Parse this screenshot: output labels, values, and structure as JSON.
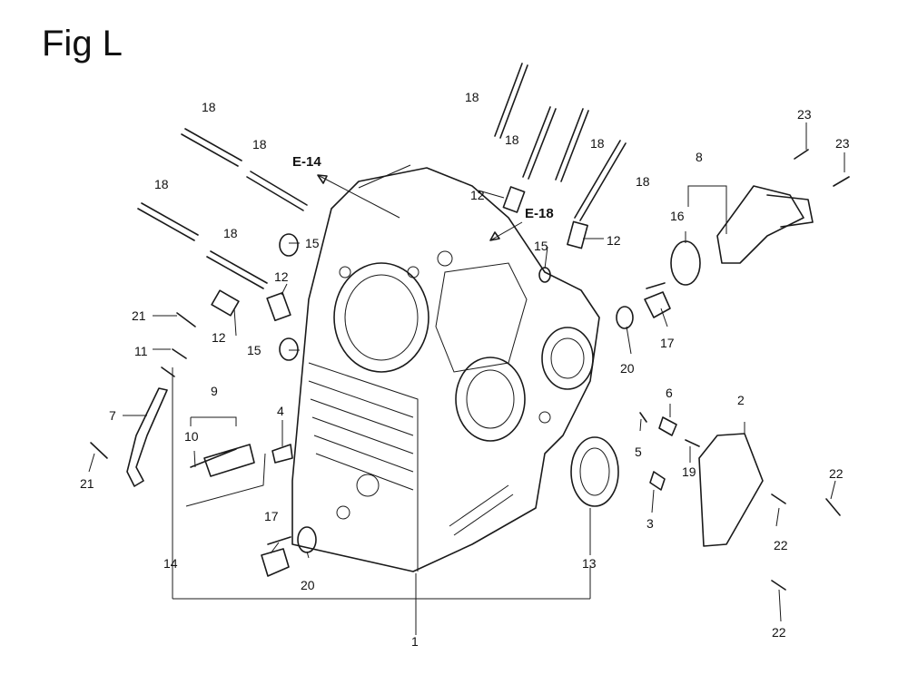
{
  "figure": {
    "title": "Fig L"
  },
  "references": [
    {
      "id": "ref-e14",
      "label": "E-14"
    },
    {
      "id": "ref-e18",
      "label": "E-18"
    }
  ],
  "callouts": [
    {
      "id": "c1",
      "label": "1"
    },
    {
      "id": "c2",
      "label": "2"
    },
    {
      "id": "c3",
      "label": "3"
    },
    {
      "id": "c4",
      "label": "4"
    },
    {
      "id": "c5",
      "label": "5"
    },
    {
      "id": "c6",
      "label": "6"
    },
    {
      "id": "c7",
      "label": "7"
    },
    {
      "id": "c8",
      "label": "8"
    },
    {
      "id": "c9",
      "label": "9"
    },
    {
      "id": "c10",
      "label": "10"
    },
    {
      "id": "c11",
      "label": "11"
    },
    {
      "id": "c12a",
      "label": "12"
    },
    {
      "id": "c12b",
      "label": "12"
    },
    {
      "id": "c12c",
      "label": "12"
    },
    {
      "id": "c12d",
      "label": "12"
    },
    {
      "id": "c13",
      "label": "13"
    },
    {
      "id": "c14",
      "label": "14"
    },
    {
      "id": "c15a",
      "label": "15"
    },
    {
      "id": "c15b",
      "label": "15"
    },
    {
      "id": "c15c",
      "label": "15"
    },
    {
      "id": "c16",
      "label": "16"
    },
    {
      "id": "c17a",
      "label": "17"
    },
    {
      "id": "c17b",
      "label": "17"
    },
    {
      "id": "c18a",
      "label": "18"
    },
    {
      "id": "c18b",
      "label": "18"
    },
    {
      "id": "c18c",
      "label": "18"
    },
    {
      "id": "c18d",
      "label": "18"
    },
    {
      "id": "c18e",
      "label": "18"
    },
    {
      "id": "c18f",
      "label": "18"
    },
    {
      "id": "c18g",
      "label": "18"
    },
    {
      "id": "c18h",
      "label": "18"
    },
    {
      "id": "c19",
      "label": "19"
    },
    {
      "id": "c20a",
      "label": "20"
    },
    {
      "id": "c20b",
      "label": "20"
    },
    {
      "id": "c21a",
      "label": "21"
    },
    {
      "id": "c21b",
      "label": "21"
    },
    {
      "id": "c22a",
      "label": "22"
    },
    {
      "id": "c22b",
      "label": "22"
    },
    {
      "id": "c22c",
      "label": "22"
    },
    {
      "id": "c23a",
      "label": "23"
    },
    {
      "id": "c23b",
      "label": "23"
    }
  ]
}
